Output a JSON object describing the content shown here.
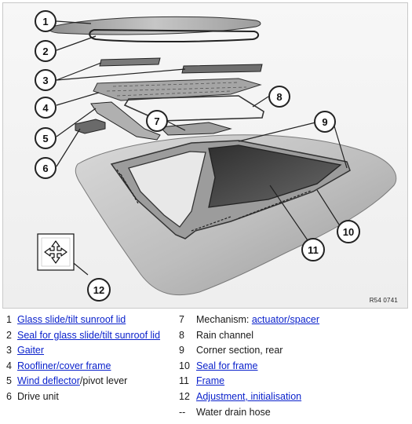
{
  "figure": {
    "code": "R54 0741",
    "callouts": [
      "1",
      "2",
      "3",
      "4",
      "5",
      "6",
      "7",
      "8",
      "9",
      "10",
      "11",
      "12"
    ]
  },
  "legend": {
    "left": [
      {
        "num": "1",
        "parts": [
          {
            "text": "Glass slide/tilt sunroof lid",
            "link": true
          }
        ]
      },
      {
        "num": "2",
        "parts": [
          {
            "text": "Seal for glass slide/tilt sunroof lid",
            "link": true
          }
        ]
      },
      {
        "num": "3",
        "parts": [
          {
            "text": "Gaiter",
            "link": true
          }
        ]
      },
      {
        "num": "4",
        "parts": [
          {
            "text": "Roofliner/cover frame",
            "link": true
          }
        ]
      },
      {
        "num": "5",
        "parts": [
          {
            "text": "Wind deflector",
            "link": true
          },
          {
            "text": "/pivot lever",
            "link": false
          }
        ]
      },
      {
        "num": "6",
        "parts": [
          {
            "text": "Drive unit",
            "link": false
          }
        ]
      }
    ],
    "right": [
      {
        "num": "7",
        "parts": [
          {
            "text": "Mechanism: ",
            "link": false
          },
          {
            "text": "actuator/spacer",
            "link": true
          }
        ]
      },
      {
        "num": "8",
        "parts": [
          {
            "text": "Rain channel",
            "link": false
          }
        ]
      },
      {
        "num": "9",
        "parts": [
          {
            "text": "Corner section, rear",
            "link": false
          }
        ]
      },
      {
        "num": "10",
        "parts": [
          {
            "text": "Seal for frame",
            "link": true
          }
        ]
      },
      {
        "num": "11",
        "parts": [
          {
            "text": "Frame",
            "link": true
          }
        ]
      },
      {
        "num": "12",
        "parts": [
          {
            "text": "Adjustment, initialisation",
            "link": true
          }
        ]
      },
      {
        "num": "--",
        "parts": [
          {
            "text": "Water drain hose",
            "link": false
          }
        ]
      }
    ]
  },
  "colors": {
    "link": "#0b22cc",
    "text": "#1a1a1a"
  }
}
